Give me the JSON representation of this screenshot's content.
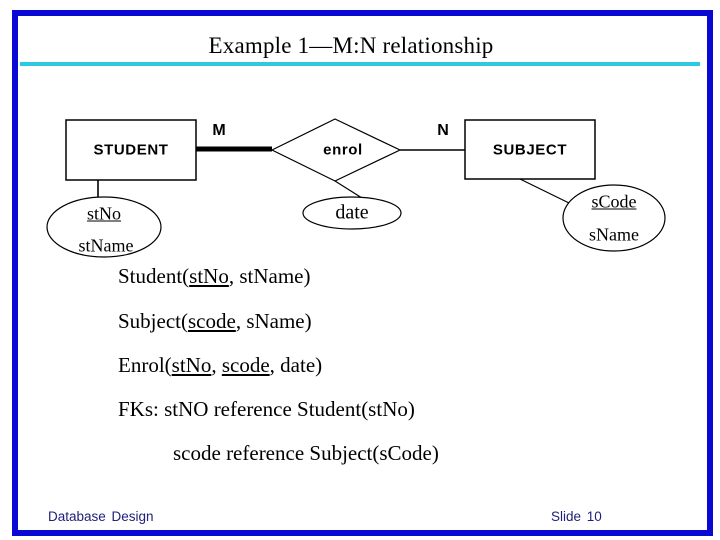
{
  "slide": {
    "title": "Example 1—M:N relationship",
    "footer": {
      "left": "Database Design",
      "right": "Slide 10"
    },
    "colors": {
      "frame_border": "#0909D3",
      "title_rule": "#2EC8DF",
      "footer_text": "#20207A"
    }
  },
  "diagram": {
    "student": {
      "label": "STUDENT",
      "attributes": {
        "key": "stNo",
        "other": "stName"
      }
    },
    "subject": {
      "label": "SUBJECT",
      "attributes": {
        "key": "sCode",
        "other": "sName"
      }
    },
    "relationship": {
      "label": "enrol",
      "left_cardinality": "M",
      "right_cardinality": "N",
      "attribute": "date"
    }
  },
  "schema": {
    "student_line": {
      "prefix": "Student(",
      "key": "stNo",
      "suffix": ", stName)"
    },
    "subject_line": {
      "prefix": "Subject(",
      "key": "scode",
      "suffix": ", sName)"
    },
    "enrol_line": {
      "prefix": "Enrol(",
      "key1": "stNo",
      "sep": ", ",
      "key2": "scode",
      "suffix": ", date)"
    },
    "fk_line1": "FKs: stNO reference Student(stNo)",
    "fk_line2": "scode reference Subject(sCode)"
  }
}
